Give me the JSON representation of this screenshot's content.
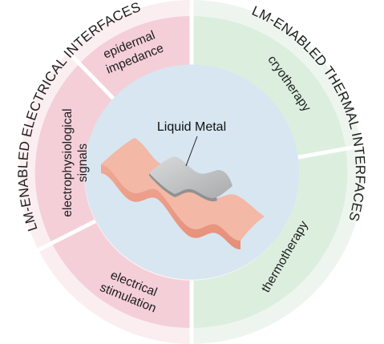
{
  "colors": {
    "outer_left": "#fbeef1",
    "outer_right": "#eef5ee",
    "segment_left": "#f4cfd8",
    "segment_right": "#dcefdf",
    "center_disc": "#d7e6f1",
    "substrate": "#f3b8a6",
    "metal": "#c9cacb"
  },
  "outer_ring": {
    "left_label": "LM-ENABLED ELECTRICAL INTERFACES",
    "right_label": "LM-ENABLED THERMAL INTERFACES"
  },
  "segments": {
    "epidermal": [
      "epidermal",
      "impedance"
    ],
    "electrophysiological": [
      "electrophysiological",
      "signals"
    ],
    "stimulation": [
      "electrical",
      "stimulation"
    ],
    "cryotherapy": "cryotherapy",
    "thermotherapy": "thermotherapy"
  },
  "center": {
    "label": "Liquid Metal"
  }
}
